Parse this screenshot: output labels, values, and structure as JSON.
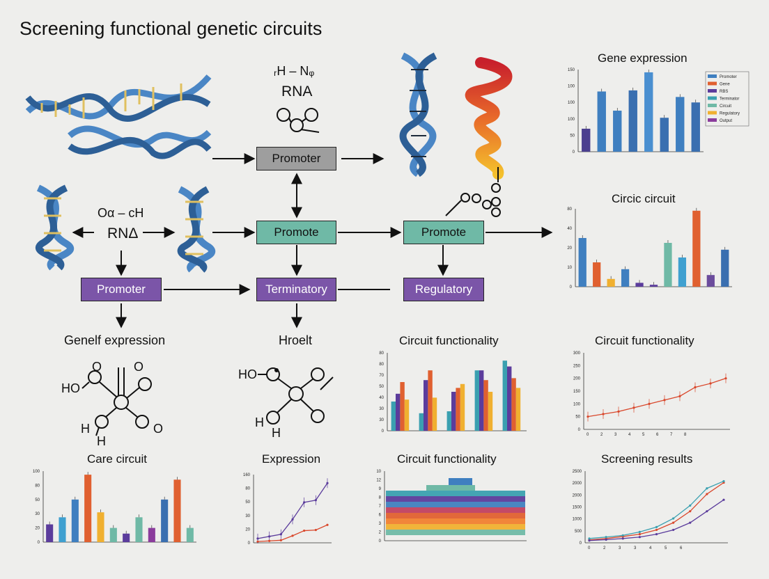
{
  "title": "Screening functional genetic circuits",
  "boxes": {
    "promoter_top": "Promoter",
    "promote_mid": "Promote",
    "promote_right": "Promote",
    "promoter_left": "Promoter",
    "terminatory": "Terminatory",
    "regulatory": "Regulatory"
  },
  "labels": {
    "rna_top_formula": "ᵣH – Nᵩ",
    "rna_top": "RNA",
    "rna_left_formula": "Oα – cH",
    "rna_left": "RNΔ",
    "genef_expression": "Genelf expression",
    "hroelt": "Hroelt",
    "ho_left": "HO",
    "h_left_1": "H",
    "h_left_2": "H",
    "o_left_1": "O",
    "o_left_2": "O",
    "o_left_3": "O",
    "ho_mid": "HO",
    "h_mid_1": "H",
    "h_mid_2": "H"
  },
  "colors": {
    "dna_blue": "#4a86c5",
    "dna_dark": "#1c2a3a",
    "line_red": "#d9472b",
    "line_purple": "#5b3c9c",
    "line_teal": "#3aa0b0"
  },
  "chart_data": [
    {
      "type": "bar",
      "title": "Gene expression",
      "ylim": [
        0,
        150
      ],
      "yticks": [
        "150",
        "100",
        "100",
        "100",
        "50",
        "0"
      ],
      "values": [
        42,
        110,
        75,
        112,
        145,
        62,
        100,
        90
      ],
      "colors": [
        "#4b3f8f",
        "#3f7fc0",
        "#3f7fc0",
        "#3a6fb0",
        "#4a8fd0",
        "#3a6fb0",
        "#3f7fc0",
        "#3a6fb0"
      ],
      "legend": [
        "Promoter",
        "Gene",
        "RBS",
        "Terminator",
        "Circuit",
        "Regulatory",
        "Output"
      ],
      "legend_colors": [
        "#3f7fc0",
        "#e06030",
        "#5b3c9c",
        "#3aa0b0",
        "#6fb9a6",
        "#f0b030",
        "#8b3c9c"
      ]
    },
    {
      "type": "bar",
      "title": "Circic circuit",
      "ylim": [
        0,
        80
      ],
      "yticks": [
        "80",
        "40",
        "20",
        "10",
        "0"
      ],
      "values": [
        50,
        25,
        8,
        18,
        4,
        2,
        45,
        30,
        78,
        12,
        38
      ],
      "colors": [
        "#3f7fc0",
        "#e06030",
        "#f0b030",
        "#3f7fc0",
        "#5b3c9c",
        "#5b3c9c",
        "#6fb9a6",
        "#3fa0d0",
        "#e06030",
        "#6b4c9c",
        "#3a6fb0"
      ]
    },
    {
      "type": "bar",
      "title": "Circuit functionality",
      "ylim": [
        0,
        80
      ],
      "yticks": [
        "80",
        "80",
        "70",
        "50",
        "40",
        "30",
        "30",
        "0"
      ],
      "groups": [
        [
          30,
          38,
          50,
          32
        ],
        [
          18,
          52,
          62,
          34
        ],
        [
          20,
          40,
          44,
          48
        ],
        [
          62,
          62,
          52,
          40
        ],
        [
          72,
          66,
          54,
          44
        ]
      ],
      "colors": [
        "#3aa0b0",
        "#5b3c9c",
        "#e06030",
        "#f0b030"
      ]
    },
    {
      "type": "line",
      "title": "Circuit functionality",
      "ylim": [
        0,
        300
      ],
      "yticks": [
        "300",
        "250",
        "200",
        "150",
        "100",
        "50",
        "0"
      ],
      "xticks": [
        "0",
        "2",
        "3",
        "4",
        "5",
        "6",
        "7",
        "8"
      ],
      "values": [
        50,
        60,
        70,
        85,
        100,
        115,
        130,
        165,
        180,
        200
      ]
    },
    {
      "type": "bar",
      "title": "Care circuit",
      "ylim": [
        0,
        100
      ],
      "yticks": [
        "100",
        "80",
        "50",
        "30",
        "20",
        "0"
      ],
      "values": [
        25,
        35,
        60,
        95,
        42,
        20,
        12,
        35,
        20,
        60,
        88,
        20
      ],
      "colors": [
        "#5b3c9c",
        "#3fa0d0",
        "#3f7fc0",
        "#e06030",
        "#f0b030",
        "#6fb9a6",
        "#5b3c9c",
        "#6fb9a6",
        "#8b3c9c",
        "#3a6fb0",
        "#e06030",
        "#6fb9a6"
      ]
    },
    {
      "type": "line",
      "title": "Expression",
      "ylim": [
        0,
        160
      ],
      "yticks": [
        "160",
        "80",
        "50",
        "30",
        "20",
        "0"
      ],
      "values": [
        10,
        15,
        20,
        55,
        95,
        100,
        140
      ]
    },
    {
      "type": "heatmap",
      "title": "Circuit functionality",
      "yticks": [
        "10",
        "12",
        "9",
        "8",
        "7",
        "6",
        "3",
        "2",
        "0"
      ],
      "bands": [
        "#3aa0b0",
        "#5b3c9c",
        "#3f7fc0",
        "#c04060",
        "#e06030",
        "#f08030",
        "#f0b030",
        "#6fb9a6"
      ]
    },
    {
      "type": "line",
      "title": "Screening results",
      "ylim": [
        0,
        2500
      ],
      "yticks": [
        "2500",
        "2000",
        "2000",
        "1500",
        "1000",
        "500",
        "0"
      ],
      "xticks": [
        "0",
        "2",
        "3",
        "3",
        "4",
        "5",
        "6"
      ],
      "series": [
        {
          "values": [
            100,
            150,
            220,
            300,
            450,
            700,
            1100,
            1700,
            2100
          ]
        },
        {
          "values": [
            150,
            200,
            260,
            380,
            550,
            850,
            1300,
            1900,
            2150
          ]
        },
        {
          "values": [
            80,
            110,
            150,
            200,
            300,
            450,
            700,
            1100,
            1500
          ]
        }
      ]
    }
  ]
}
